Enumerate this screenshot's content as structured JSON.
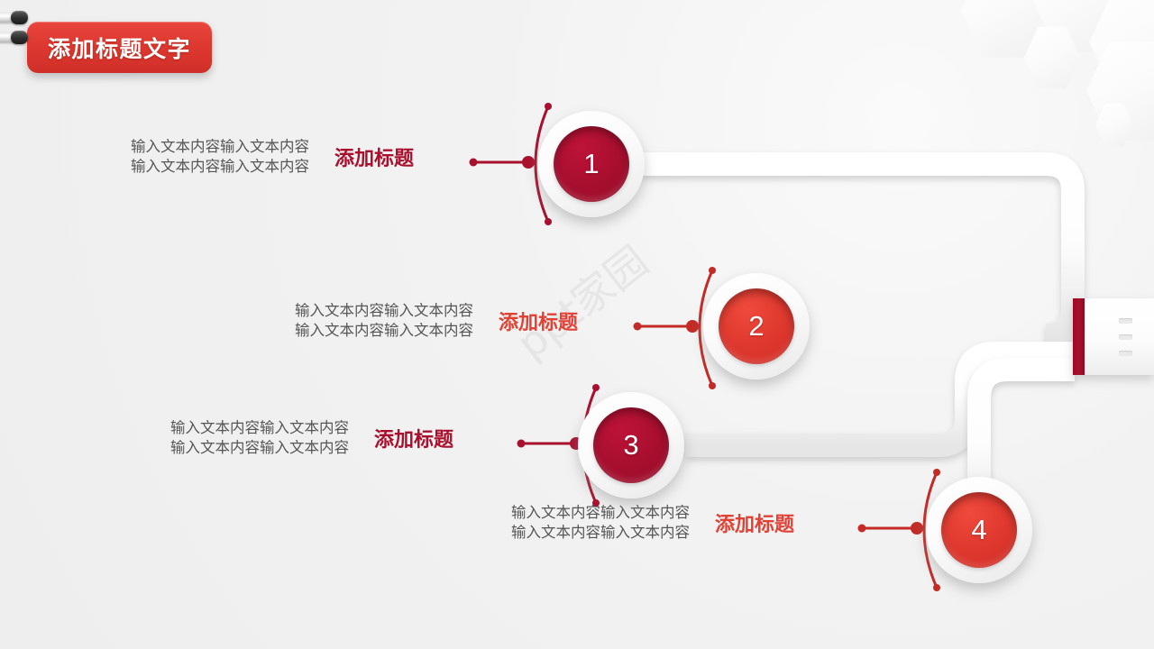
{
  "slide": {
    "title": "添加标题文字",
    "watermark": "ppt家园",
    "background_color": "#efefef",
    "accent_dark": "#a9102e",
    "accent_bright": "#e04236"
  },
  "hub": {
    "name": "center-hub",
    "bar_color": "#a8102c",
    "dots": [
      "",
      "",
      ""
    ]
  },
  "items": [
    {
      "number": "1",
      "heading": "添加标题",
      "body_line1": "输入文本内容输入文本内容",
      "body_line2": "输入文本内容输入文本内容",
      "tone": "dark",
      "color": "#ab0f30"
    },
    {
      "number": "2",
      "heading": "添加标题",
      "body_line1": "输入文本内容输入文本内容",
      "body_line2": "输入文本内容输入文本内容",
      "tone": "bright",
      "color": "#e13a30"
    },
    {
      "number": "3",
      "heading": "添加标题",
      "body_line1": "输入文本内容输入文本内容",
      "body_line2": "输入文本内容输入文本内容",
      "tone": "dark",
      "color": "#ab0f30"
    },
    {
      "number": "4",
      "heading": "添加标题",
      "body_line1": "输入文本内容输入文本内容",
      "body_line2": "输入文本内容输入文本内容",
      "tone": "bright",
      "color": "#e13a30"
    }
  ]
}
